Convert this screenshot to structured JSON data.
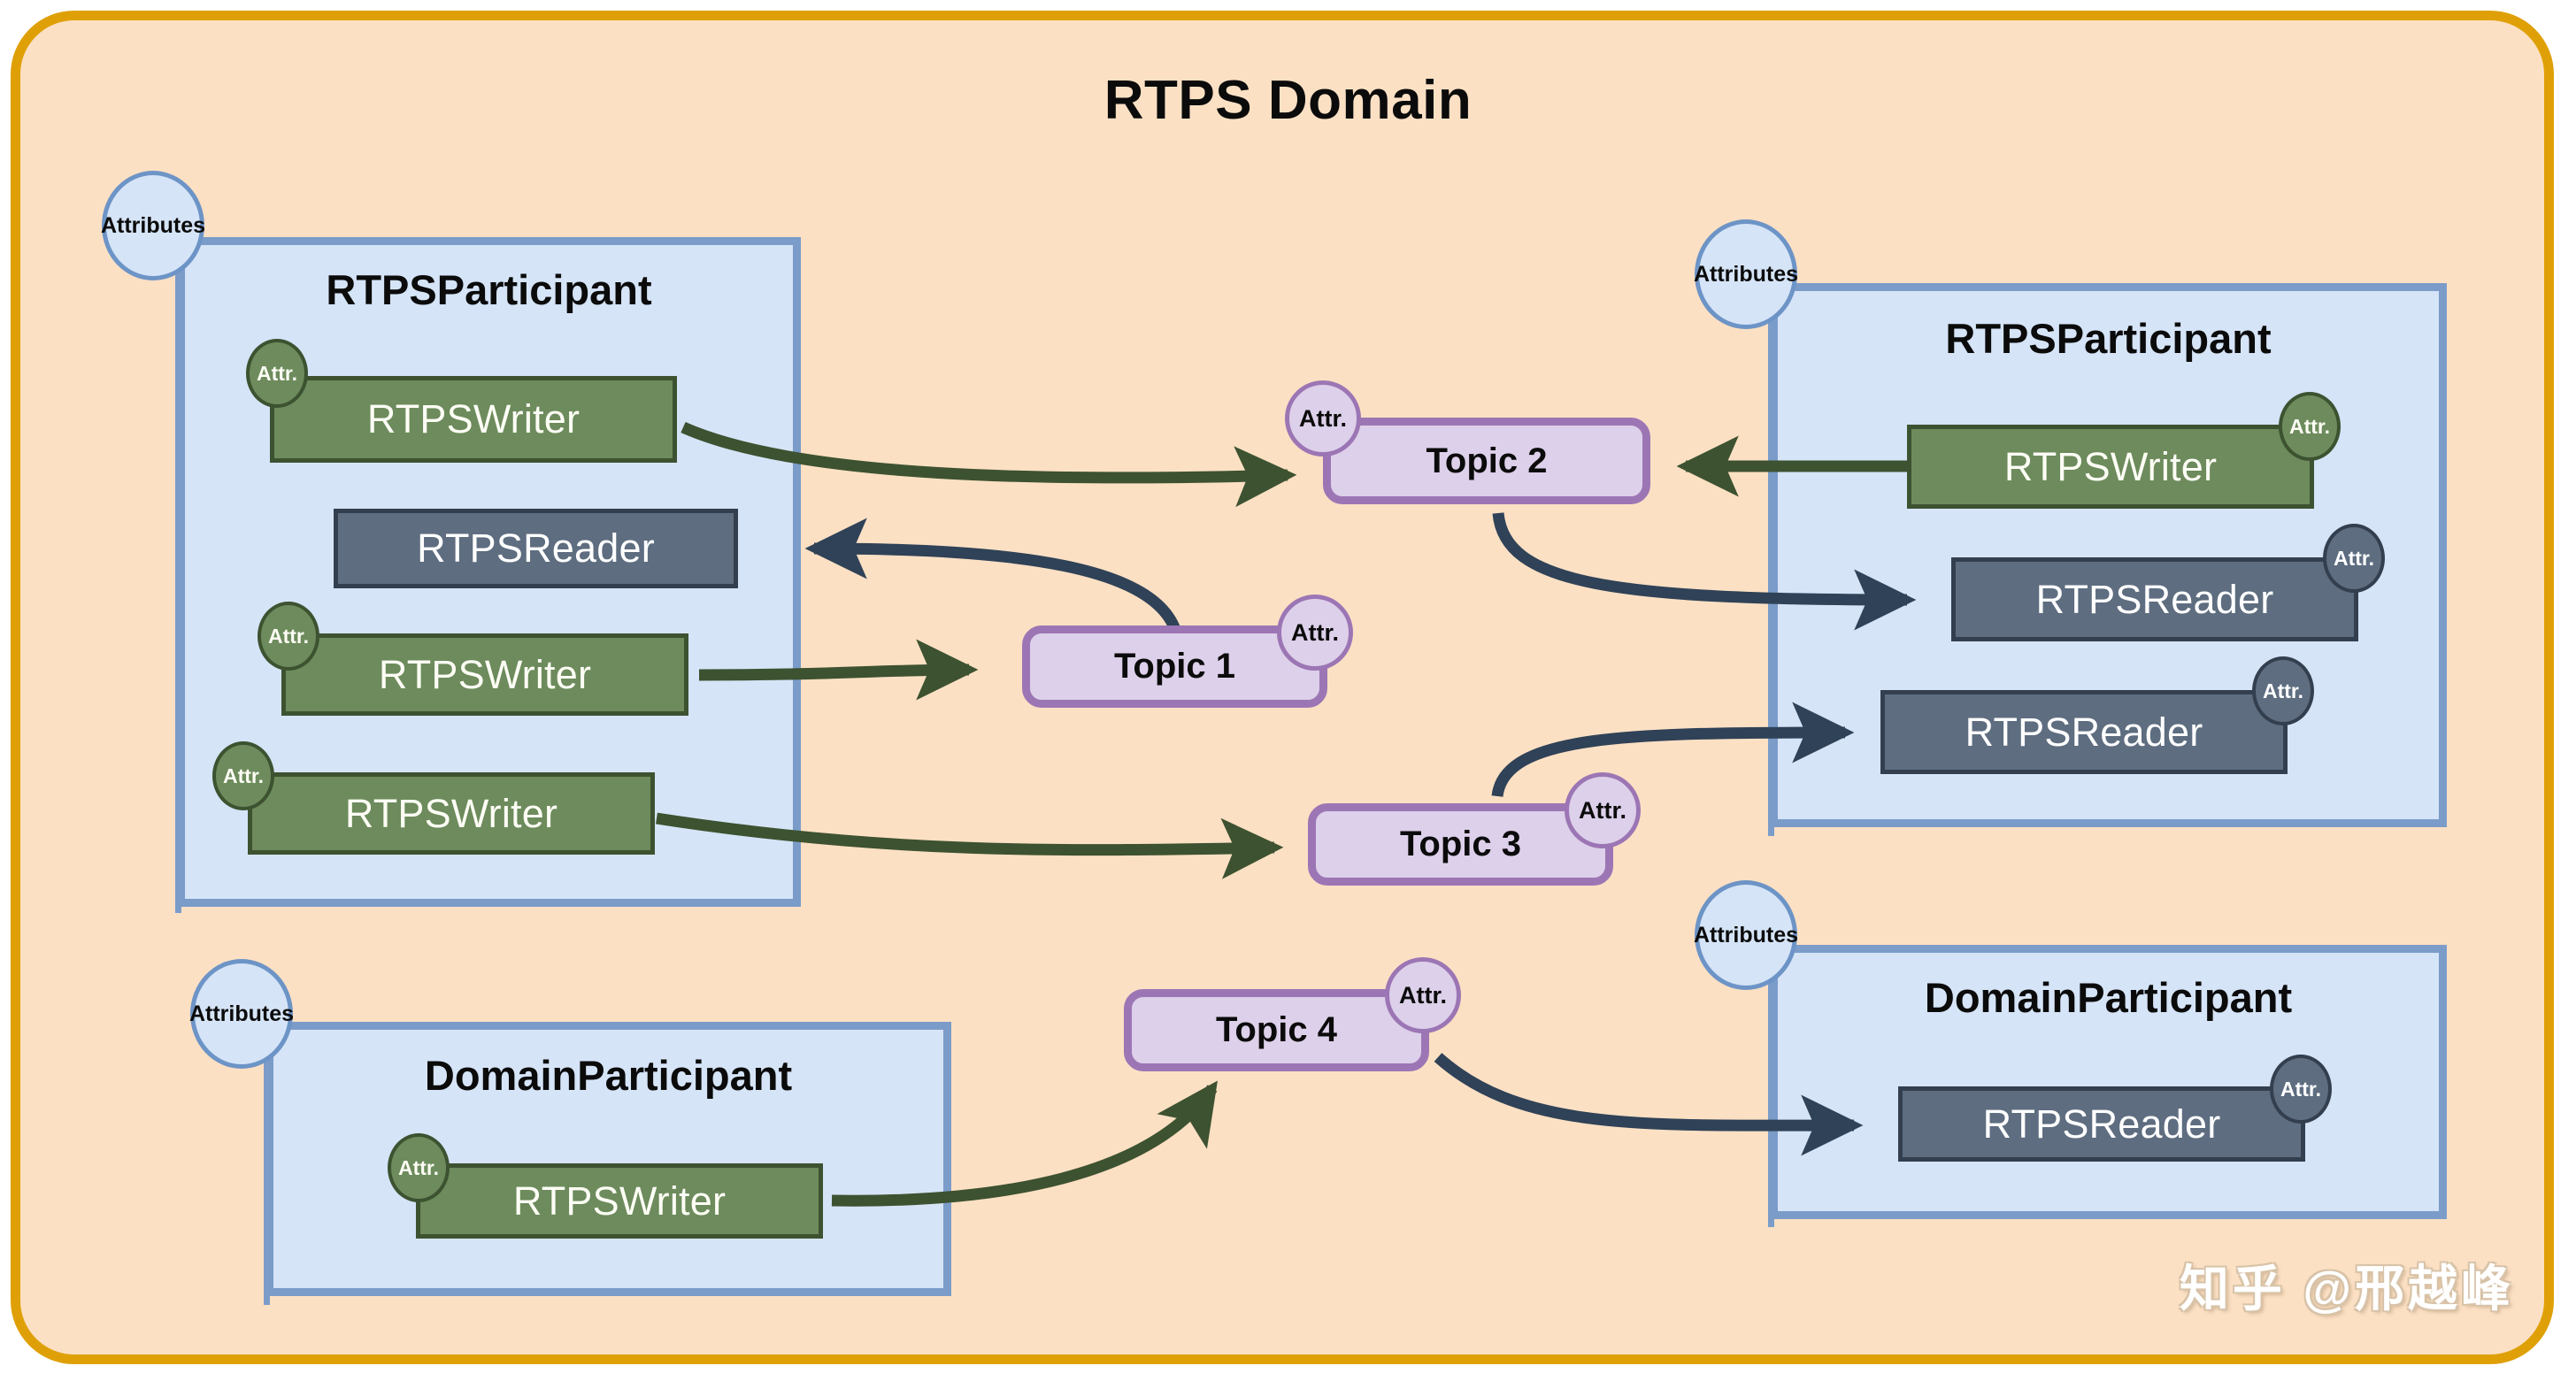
{
  "domain": {
    "title": "RTPS Domain",
    "frame_color": "#dfa007",
    "background_color": "#fce0c4"
  },
  "labels": {
    "attributes": "Attributes",
    "attr_short": "Attr."
  },
  "colors": {
    "participant_fill": "#d5e4f7",
    "participant_border": "#7b9cc9",
    "writer_fill": "#6d8b5c",
    "writer_border": "#3d5230",
    "reader_fill": "#5e6d80",
    "reader_border": "#333f4f",
    "topic_fill": "#ddd0ea",
    "topic_border": "#9c76b4"
  },
  "participants": [
    {
      "id": "rtps-participant-left",
      "title": "RTPSParticipant",
      "attributes_label": "Attributes",
      "endpoints": [
        {
          "type": "writer",
          "label": "RTPSWriter",
          "attr": "Attr.",
          "attr_side": "left"
        },
        {
          "type": "reader",
          "label": "RTPSReader",
          "attr": null,
          "attr_side": null
        },
        {
          "type": "writer",
          "label": "RTPSWriter",
          "attr": "Attr.",
          "attr_side": "left"
        },
        {
          "type": "writer",
          "label": "RTPSWriter",
          "attr": "Attr.",
          "attr_side": "left"
        }
      ]
    },
    {
      "id": "rtps-participant-right",
      "title": "RTPSParticipant",
      "attributes_label": "Attributes",
      "endpoints": [
        {
          "type": "writer",
          "label": "RTPSWriter",
          "attr": "Attr.",
          "attr_side": "right"
        },
        {
          "type": "reader",
          "label": "RTPSReader",
          "attr": "Attr.",
          "attr_side": "right"
        },
        {
          "type": "reader",
          "label": "RTPSReader",
          "attr": "Attr.",
          "attr_side": "right"
        }
      ]
    },
    {
      "id": "domain-participant-left",
      "title": "DomainParticipant",
      "attributes_label": "Attributes",
      "endpoints": [
        {
          "type": "writer",
          "label": "RTPSWriter",
          "attr": "Attr.",
          "attr_side": "left"
        }
      ]
    },
    {
      "id": "domain-participant-right",
      "title": "DomainParticipant",
      "attributes_label": "Attributes",
      "endpoints": [
        {
          "type": "reader",
          "label": "RTPSReader",
          "attr": "Attr.",
          "attr_side": "right"
        }
      ]
    }
  ],
  "topics": [
    {
      "id": "topic-1",
      "label": "Topic 1",
      "attr": "Attr.",
      "attr_side": "right"
    },
    {
      "id": "topic-2",
      "label": "Topic 2",
      "attr": "Attr.",
      "attr_side": "left"
    },
    {
      "id": "topic-3",
      "label": "Topic 3",
      "attr": "Attr.",
      "attr_side": "right"
    },
    {
      "id": "topic-4",
      "label": "Topic 4",
      "attr": "Attr.",
      "attr_side": "right"
    }
  ],
  "connections": [
    {
      "from": "left-writer-1",
      "to": "topic-2",
      "kind": "publish",
      "color": "#3d5230"
    },
    {
      "from": "left-writer-2",
      "to": "topic-1",
      "kind": "publish",
      "color": "#3d5230"
    },
    {
      "from": "left-writer-3",
      "to": "topic-3",
      "kind": "publish",
      "color": "#3d5230"
    },
    {
      "from": "topic-1",
      "to": "left-reader-1",
      "kind": "subscribe",
      "color": "#2f4257"
    },
    {
      "from": "right-writer-1",
      "to": "topic-2",
      "kind": "publish",
      "color": "#3d5230"
    },
    {
      "from": "topic-2",
      "to": "right-reader-1",
      "kind": "subscribe",
      "color": "#2f4257"
    },
    {
      "from": "topic-3",
      "to": "right-reader-2",
      "kind": "subscribe",
      "color": "#2f4257"
    },
    {
      "from": "bottom-left-writer",
      "to": "topic-4",
      "kind": "publish",
      "color": "#3d5230"
    },
    {
      "from": "topic-4",
      "to": "bottom-right-reader",
      "kind": "subscribe",
      "color": "#2f4257"
    }
  ],
  "watermark": "知乎 @邢越峰"
}
